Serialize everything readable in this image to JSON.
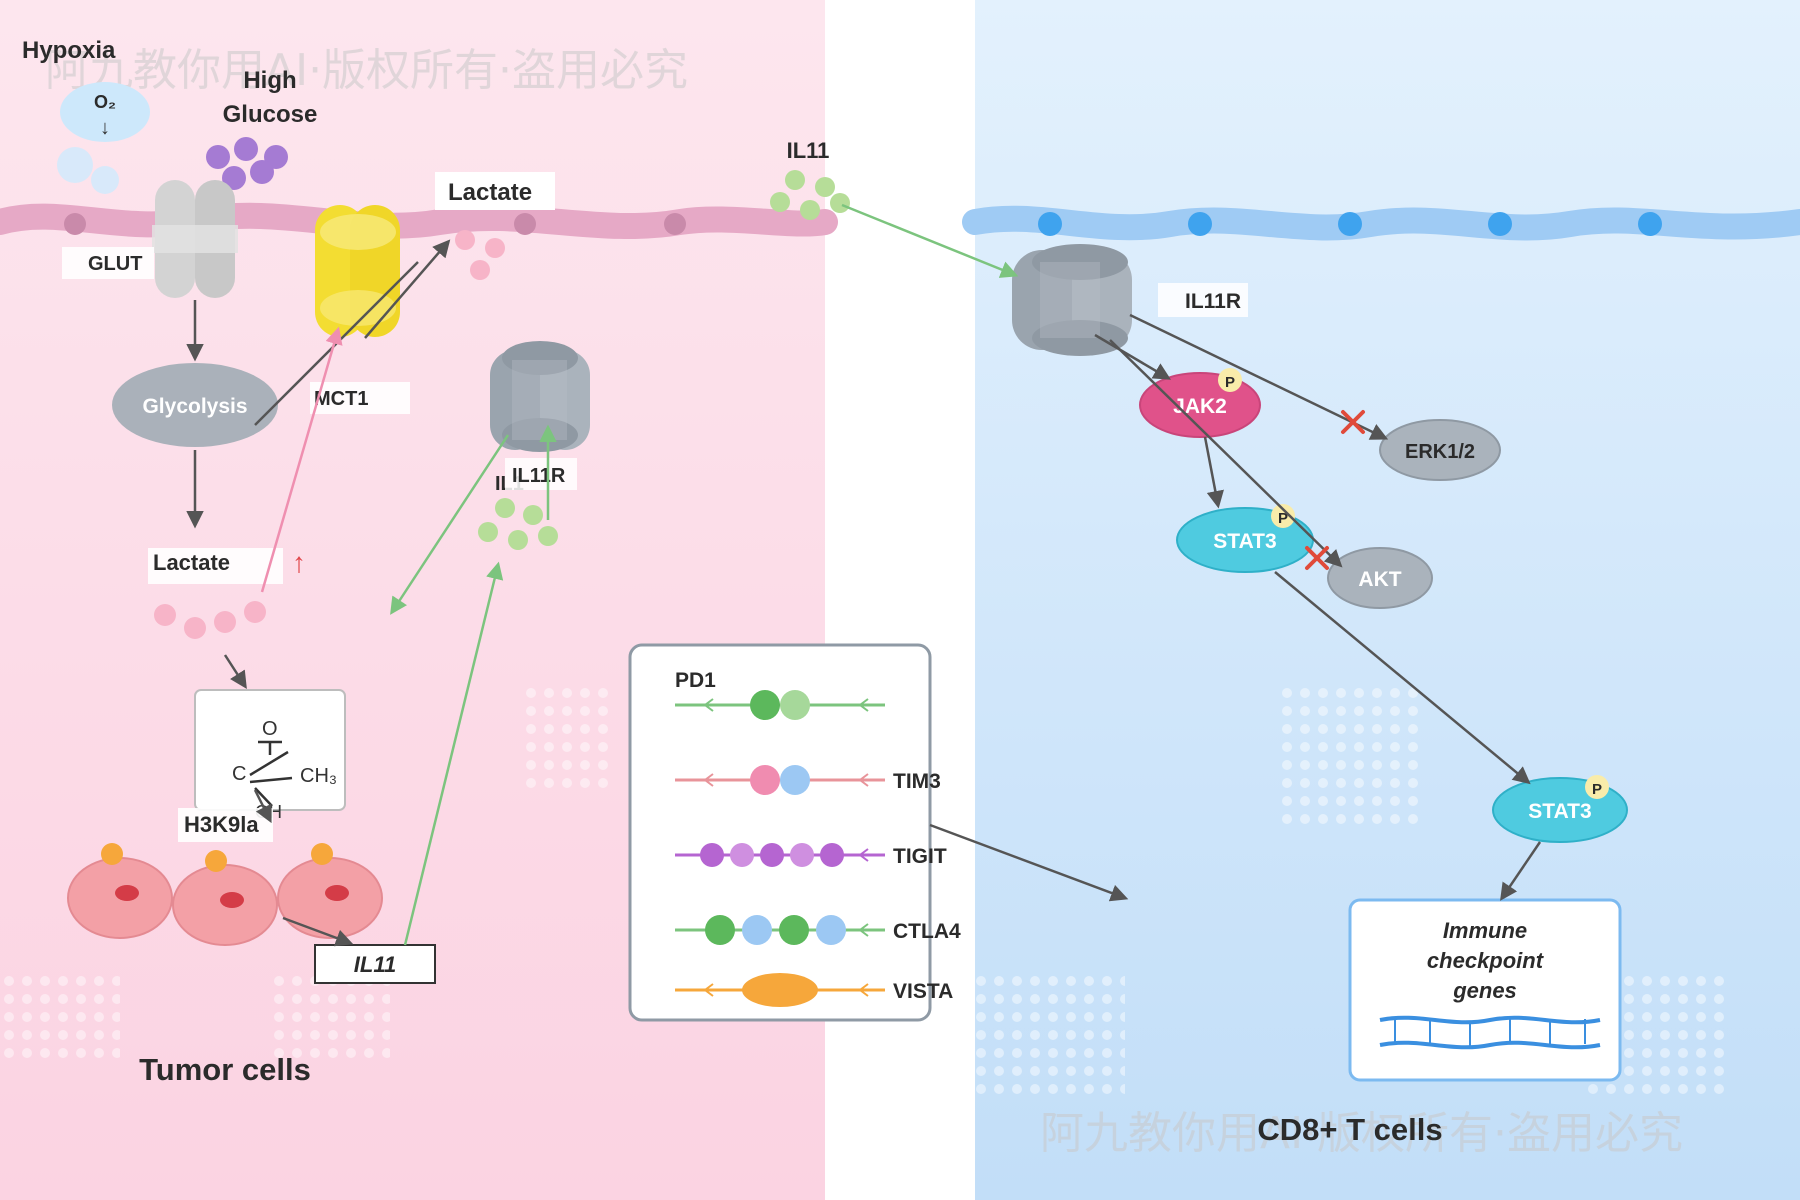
{
  "watermark": {
    "text": "阿九教你用AI·版权所有·盗用必究"
  },
  "tumor": {
    "title": "Tumor cells",
    "hypoxia": "Hypoxia",
    "o2": "O₂",
    "o2_arrow": "↓",
    "high_glucose_line1": "High",
    "high_glucose_line2": "Glucose",
    "glut": "GLUT",
    "lactate_top": "Lactate",
    "mct1": "MCT1",
    "glycolysis": "Glycolysis",
    "lactate_mid": "Lactate",
    "lactate_up_arrow": "↑",
    "il11r_label": "IL11R",
    "il11r_ghost": "IL1",
    "acetyl_o": "O",
    "acetyl_c": "C",
    "acetyl_ch3": "CH₃",
    "acetyl_oh": "OH",
    "h3k9la": "H3K9la",
    "il11_gene": "IL11"
  },
  "center": {
    "il11": "IL11",
    "checkpoints": [
      {
        "name": "PD1",
        "color": "#7cc47e"
      },
      {
        "name": "TIM3",
        "color": "#e8949a"
      },
      {
        "name": "TIGIT",
        "color": "#b565d1"
      },
      {
        "name": "CTLA4",
        "color": "#7cc47e"
      },
      {
        "name": "VISTA",
        "color": "#f6a73b"
      }
    ]
  },
  "tcell": {
    "title": "CD8+ T cells",
    "il11r": "IL11R",
    "jak2": "JAK2",
    "phospho": "P",
    "erk": "ERK1/2",
    "stat3_a": "STAT3",
    "akt": "AKT",
    "stat3_b": "STAT3",
    "immune_line1": "Immune",
    "immune_line2": "checkpoint",
    "immune_line3": "genes"
  },
  "colors": {
    "tumor_bg": "#fcdde8",
    "tcell_bg": "#d2e8fb",
    "green_arrow": "#7cc47e",
    "pink_arrow": "#ef8fb0",
    "gray_arrow": "#555555",
    "jak2": "#e0528a",
    "stat3": "#4fcbe0",
    "inhibit": "#e04a3a"
  }
}
